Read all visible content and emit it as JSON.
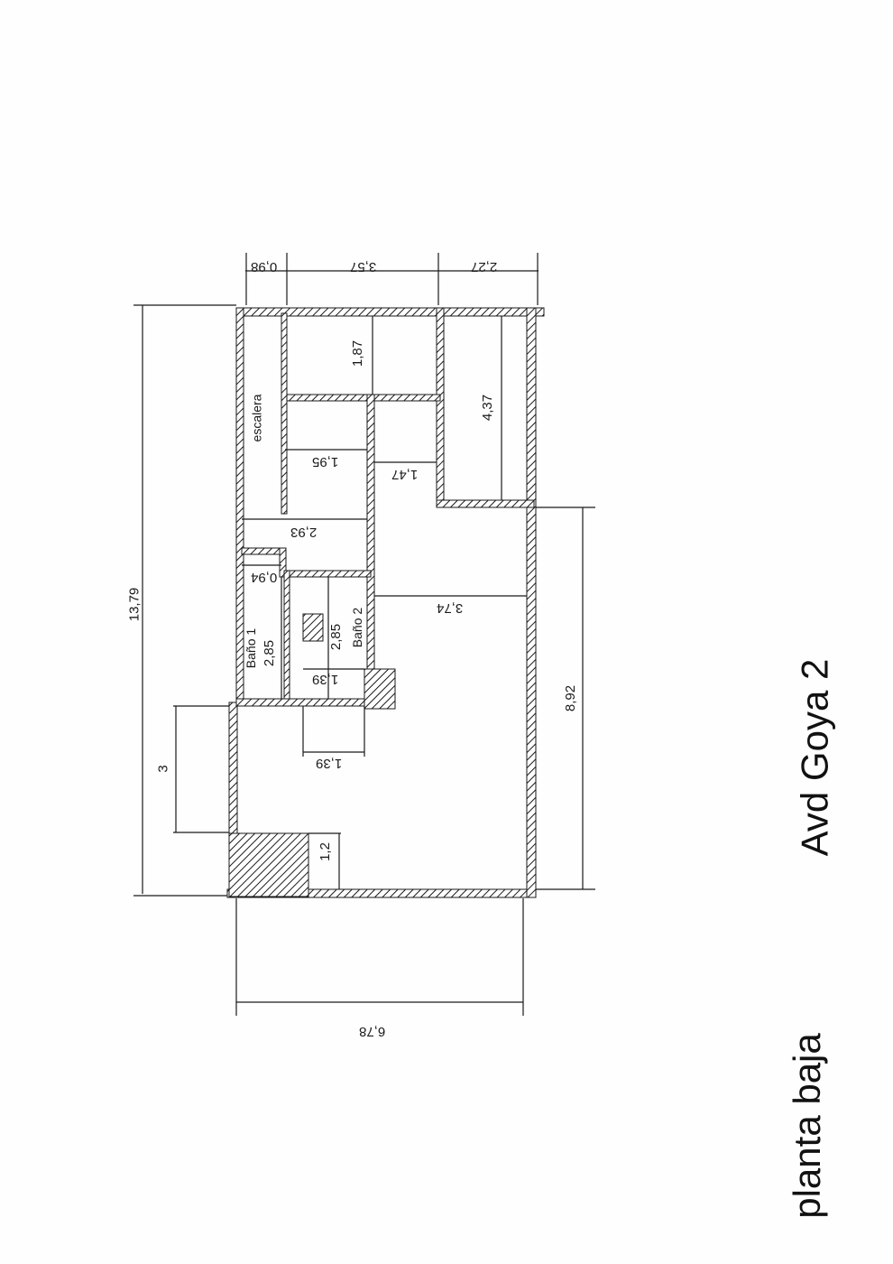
{
  "titles": {
    "main": "Avd Goya 2",
    "floor": "planta baja"
  },
  "rooms": {
    "stairs": "escalera",
    "bath1": "Baño 1",
    "bath2": "Baño 2"
  },
  "dims": {
    "total_length": "13,79",
    "total_width": "6,78",
    "top_a": "0,98",
    "top_b": "3,57",
    "top_c": "2,27",
    "right_room_height": "1,87",
    "right_room_depth": "4,37",
    "corridor_width": "1,95",
    "passage_width": "1,47",
    "stair_width": "2,93",
    "bath_step": "0,94",
    "bath1_length": "2,85",
    "bath2_length": "2,85",
    "bath2_width": "1,39",
    "lower_width": "1,39",
    "hall_width": "3,74",
    "main_length": "8,92",
    "entrance_offset": "3",
    "pillar": "1,2"
  },
  "colors": {
    "ink": "#1a1a1a",
    "paper": "#fefefe"
  }
}
